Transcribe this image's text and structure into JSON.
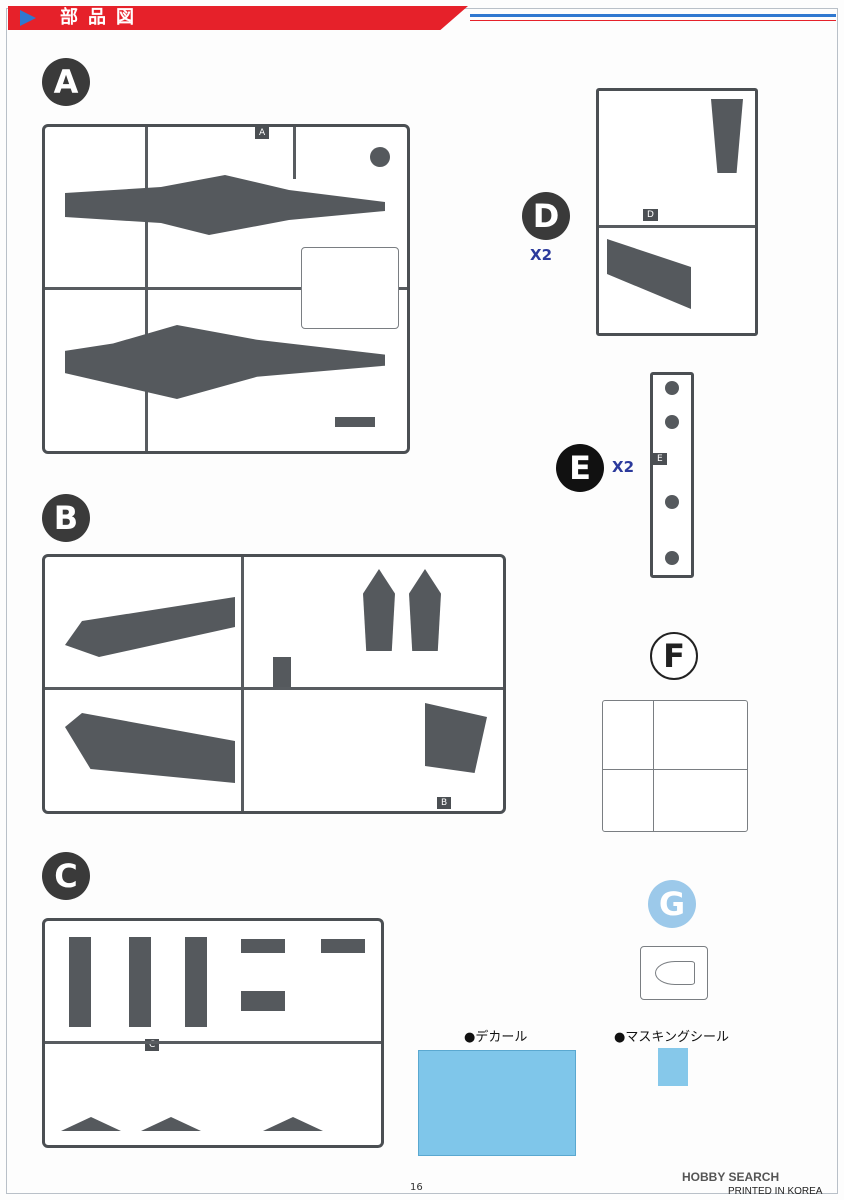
{
  "header": {
    "title": "部品図"
  },
  "sprues": {
    "A": {
      "letter": "A",
      "tag": "A"
    },
    "B": {
      "letter": "B",
      "tag": "B"
    },
    "C": {
      "letter": "C",
      "tag": "C"
    },
    "D": {
      "letter": "D",
      "multiplier": "X2",
      "tag": "D"
    },
    "E": {
      "letter": "E",
      "multiplier": "X2",
      "tag": "E"
    },
    "F": {
      "letter": "F"
    },
    "G": {
      "letter": "G"
    }
  },
  "decal": {
    "label": "●デカール"
  },
  "masking": {
    "label": "●マスキングシール"
  },
  "footer": {
    "page": "16",
    "watermark": "HOBBY SEARCH",
    "printed": "PRINTED IN KOREA"
  },
  "colors": {
    "header_red": "#e6212a",
    "header_blue": "#2f78d0",
    "runner_gray": "#4b4f53"
  }
}
